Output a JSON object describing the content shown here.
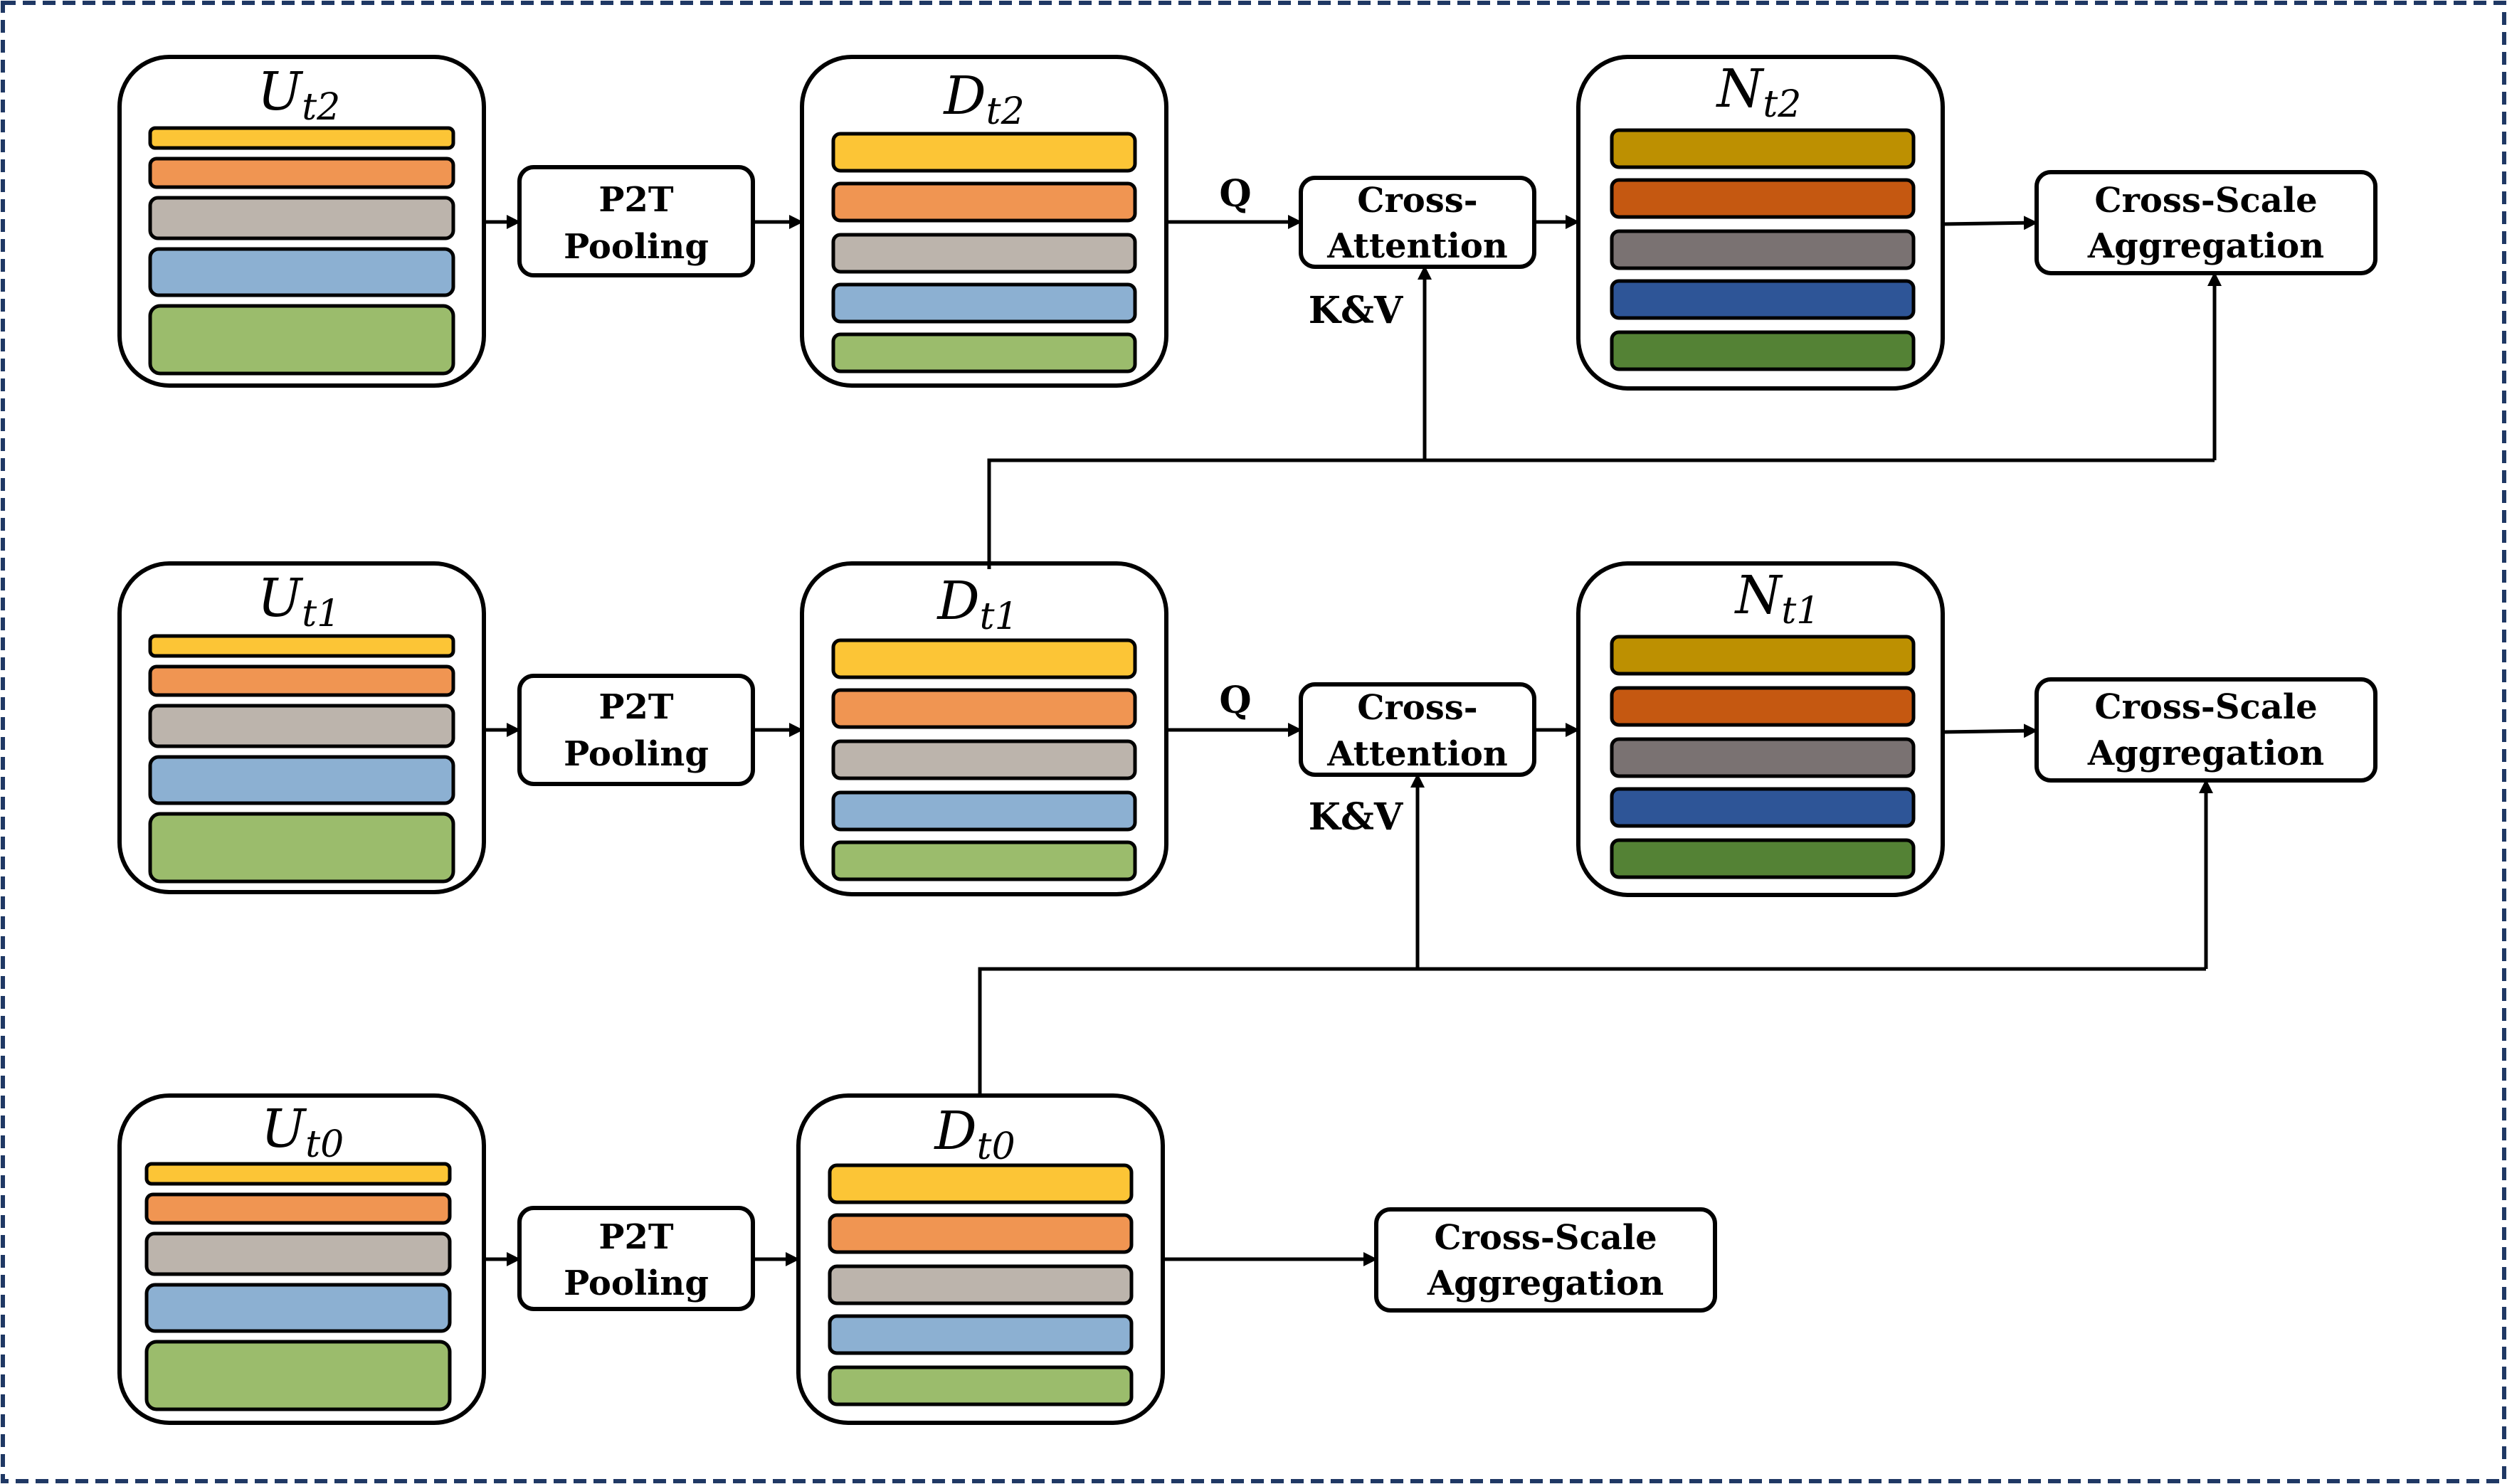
{
  "colors": {
    "border": "#1f3864",
    "yellow": "#fcc536",
    "orange": "#f09552",
    "gray_light": "#bcb4ac",
    "blue_light": "#8cb0d2",
    "green_light": "#9bbc6c",
    "gold": "#bd9001",
    "rust": "#c55811",
    "gray_dark": "#7a7272",
    "blue_dark": "#2e5597",
    "green_dark": "#548235"
  },
  "blocks": {
    "U_t2": {
      "main": "U",
      "sub": "t2"
    },
    "D_t2": {
      "main": "D",
      "sub": "t2"
    },
    "N_t2": {
      "main": "N",
      "sub": "t2"
    },
    "U_t1": {
      "main": "U",
      "sub": "t1"
    },
    "D_t1": {
      "main": "D",
      "sub": "t1"
    },
    "N_t1": {
      "main": "N",
      "sub": "t1"
    },
    "U_t0": {
      "main": "U",
      "sub": "t0"
    },
    "D_t0": {
      "main": "D",
      "sub": "t0"
    }
  },
  "modules": {
    "p2t_line1": "P2T",
    "p2t_line2": "Pooling",
    "cross_attention_line1": "Cross-",
    "cross_attention_line2": "Attention",
    "aggregation_line1": "Cross-Scale",
    "aggregation_line2": "Aggregation"
  },
  "edges": {
    "query": "Q",
    "key_value": "K&V"
  }
}
